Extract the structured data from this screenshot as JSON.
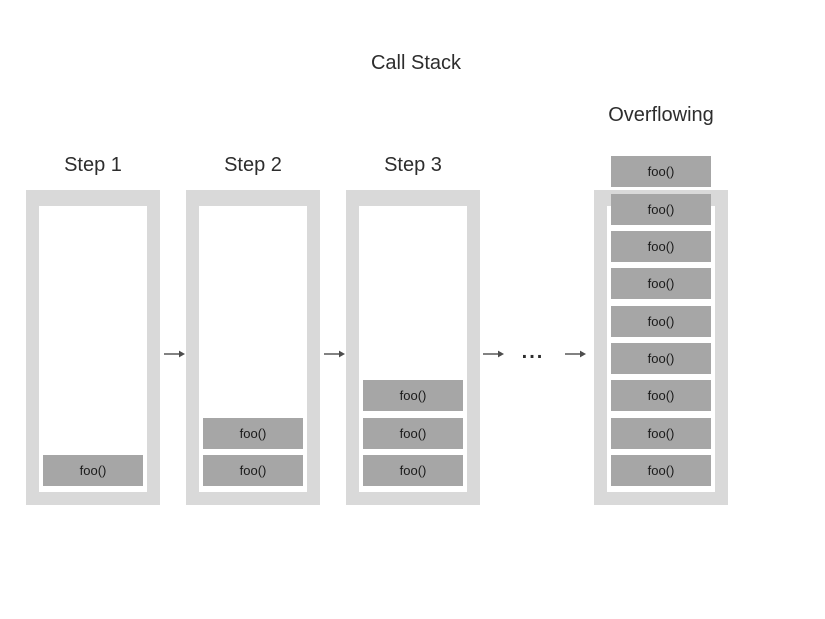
{
  "diagram": {
    "title": "Call Stack",
    "columns": [
      {
        "label": "Step 1",
        "overflowing": false,
        "frames": [
          "foo()"
        ]
      },
      {
        "label": "Step 2",
        "overflowing": false,
        "frames": [
          "foo()",
          "foo()"
        ]
      },
      {
        "label": "Step 3",
        "overflowing": false,
        "frames": [
          "foo()",
          "foo()",
          "foo()"
        ]
      },
      {
        "label": "Overflowing",
        "overflowing": true,
        "frames": [
          "foo()",
          "foo()",
          "foo()",
          "foo()",
          "foo()",
          "foo()",
          "foo()",
          "foo()",
          "foo()"
        ]
      }
    ],
    "ellipsis": "...",
    "colors": {
      "background": "#ffffff",
      "container": "#d9d9d9",
      "container_interior": "#ffffff",
      "frame_fill": "#a6a6a6",
      "frame_text": "#1a1a1a",
      "label_text": "#2d2d2d",
      "arrow": "#4d4d4d"
    }
  }
}
